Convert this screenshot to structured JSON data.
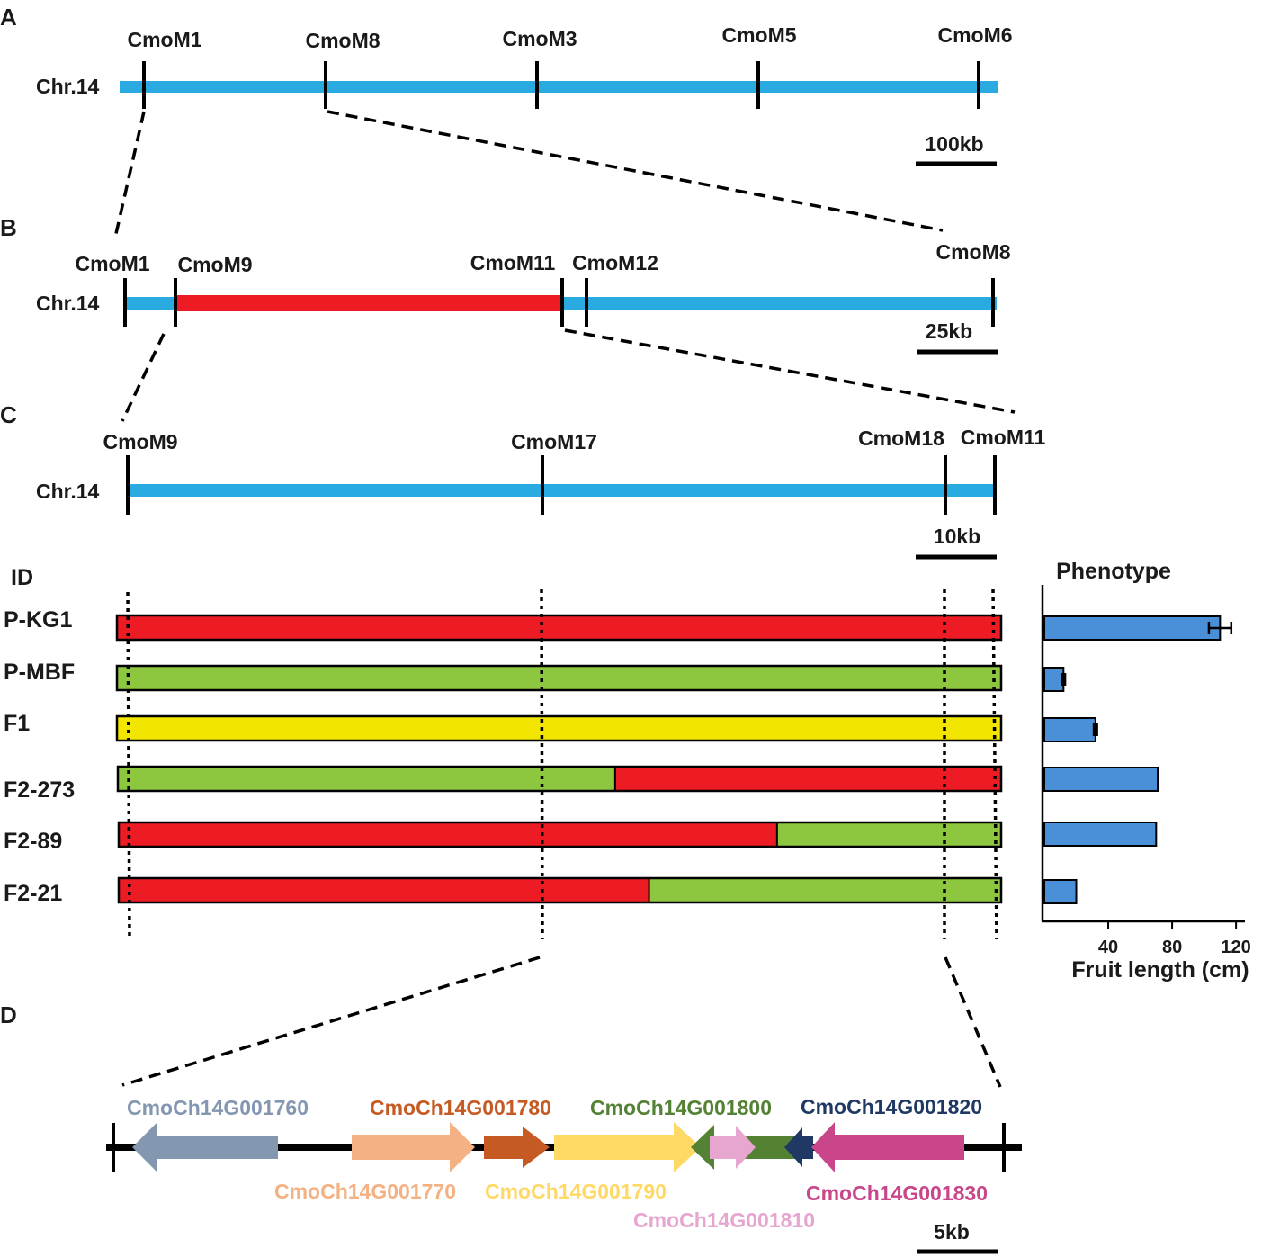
{
  "panels": {
    "A": {
      "label": "A",
      "chromosome": "Chr.14",
      "markers": [
        "CmoM1",
        "CmoM8",
        "CmoM3",
        "CmoM5",
        "CmoM6"
      ],
      "scale": "100kb"
    },
    "B": {
      "label": "B",
      "chromosome": "Chr.14",
      "markers": [
        "CmoM1",
        "CmoM9",
        "CmoM11",
        "CmoM12",
        "CmoM8"
      ],
      "scale": "25kb"
    },
    "C": {
      "label": "C",
      "chromosome": "Chr.14",
      "markers": [
        "CmoM9",
        "CmoM17",
        "CmoM18",
        "CmoM11"
      ],
      "scale": "10kb"
    },
    "D": {
      "label": "D",
      "scale": "5kb"
    }
  },
  "genotypes": {
    "header": "ID",
    "rows": [
      {
        "id": "P-KG1",
        "segments": [
          {
            "from": 0,
            "to": 1,
            "genotype": "KG1"
          }
        ]
      },
      {
        "id": "P-MBF",
        "segments": [
          {
            "from": 0,
            "to": 1,
            "genotype": "MBF"
          }
        ]
      },
      {
        "id": "F1",
        "segments": [
          {
            "from": 0,
            "to": 1,
            "genotype": "heterozygous"
          }
        ]
      },
      {
        "id": "F2-273",
        "segments": [
          {
            "from": 0,
            "to": 0.563,
            "genotype": "MBF"
          },
          {
            "from": 0.563,
            "to": 1,
            "genotype": "KG1"
          }
        ]
      },
      {
        "id": "F2-89",
        "segments": [
          {
            "from": 0,
            "to": 0.746,
            "genotype": "KG1"
          },
          {
            "from": 0.746,
            "to": 1,
            "genotype": "MBF"
          }
        ]
      },
      {
        "id": "F2-21",
        "segments": [
          {
            "from": 0,
            "to": 0.601,
            "genotype": "KG1"
          },
          {
            "from": 0.601,
            "to": 1,
            "genotype": "MBF"
          }
        ]
      }
    ],
    "colors": {
      "KG1": "#ed1c24",
      "MBF": "#8dc63f",
      "heterozygous": "#f2e500"
    }
  },
  "chart_data": {
    "type": "bar",
    "orientation": "horizontal",
    "title": "Phenotype",
    "xlabel": "Fruit length (cm)",
    "ylabel": "",
    "categories": [
      "P-KG1",
      "P-MBF",
      "F1",
      "F2-273",
      "F2-89",
      "F2-21"
    ],
    "values": [
      110,
      12,
      32,
      71,
      70,
      20
    ],
    "errors": [
      7,
      1,
      1,
      0,
      0,
      0
    ],
    "xlim": [
      0,
      125
    ],
    "xticks": [
      40,
      80,
      120
    ],
    "bar_color": "#4a90d9",
    "grid": false
  },
  "genes": [
    {
      "name": "CmoCh14G001760",
      "color": "#8497b0",
      "strand": "-"
    },
    {
      "name": "CmoCh14G001770",
      "color": "#f4b183",
      "strand": "+"
    },
    {
      "name": "CmoCh14G001780",
      "color": "#c55a22",
      "strand": "+"
    },
    {
      "name": "CmoCh14G001790",
      "color": "#ffd966",
      "strand": "+"
    },
    {
      "name": "CmoCh14G001800",
      "color": "#548235",
      "strand": "-"
    },
    {
      "name": "CmoCh14G001810",
      "color": "#e6a6d0",
      "strand": "+"
    },
    {
      "name": "CmoCh14G001820",
      "color": "#1f3864",
      "strand": "-"
    },
    {
      "name": "CmoCh14G001830",
      "color": "#c9468a",
      "strand": "-"
    }
  ],
  "colors": {
    "chromosome": "#29abe2",
    "interval": "#ed1c24",
    "line": "#000000"
  }
}
